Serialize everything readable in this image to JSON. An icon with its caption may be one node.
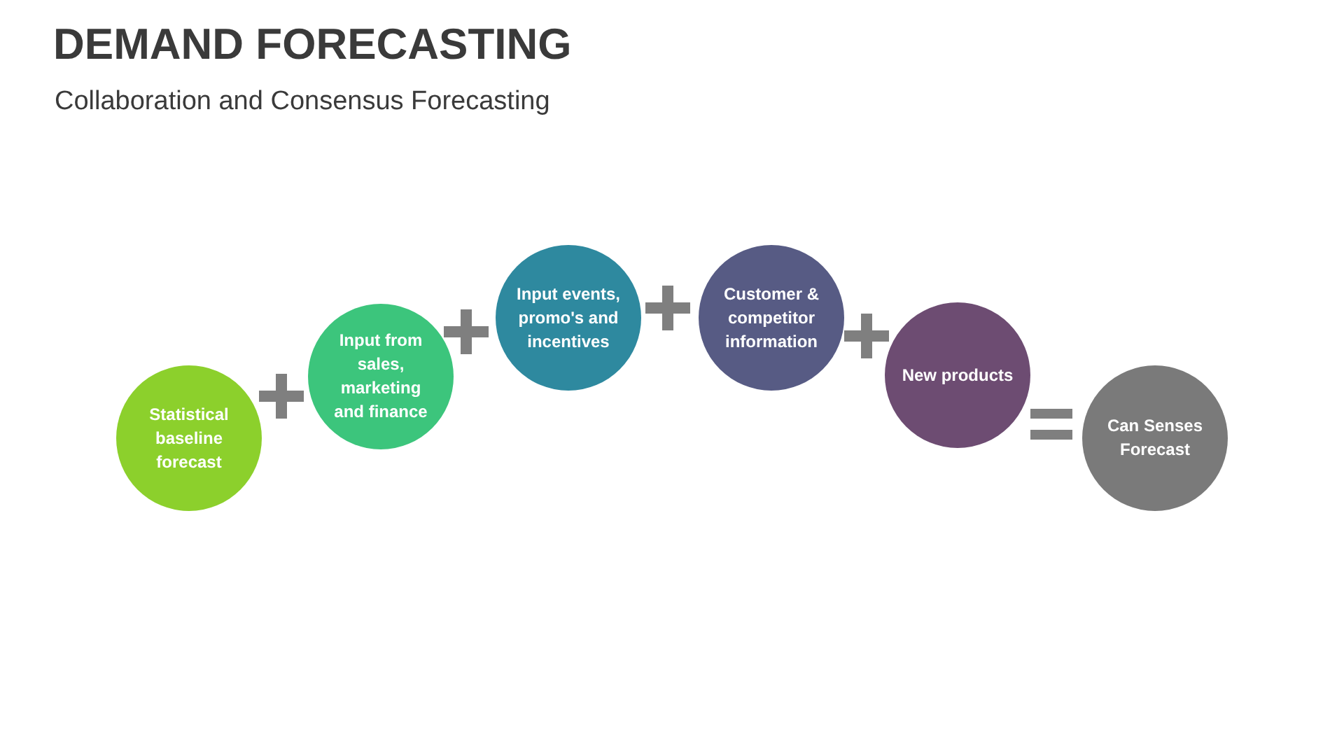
{
  "diagram": {
    "title": "DEMAND FORECASTING",
    "nodes": [
      {
        "text": [
          "Statistical baseline forecast"
        ]
      },
      {
        "text": [
          "Input from sales, marketing and finance"
        ]
      },
      {
        "text": [
          "Input events, promo's and incentives"
        ]
      },
      {
        "text": [
          "Customer & competitor information"
        ]
      },
      {
        "text": [
          "New products"
        ]
      },
      {
        "text": [
          "Can Senses Forecast"
        ]
      }
    ],
    "labels": [
      "Collaboration and Consensus Forecasting"
    ]
  }
}
